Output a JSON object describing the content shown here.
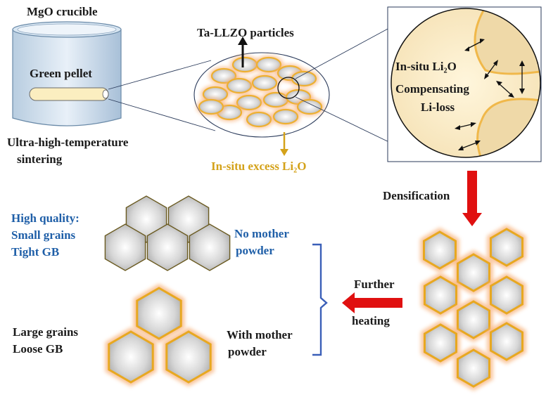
{
  "labels": {
    "mgo_crucible": "MgO crucible",
    "green_pellet": "Green pellet",
    "sintering_line1": "Ultra-high-temperature",
    "sintering_line2": "sintering",
    "particles": "Ta-LLZO particles",
    "excess_li2o": "In-situ  excess Li₂O",
    "insitu_li2o": "In-situ  Li₂O",
    "compensating": "Compensating",
    "li_loss": "Li-loss",
    "densification": "Densification",
    "further": "Further",
    "heating": "heating",
    "high_quality": "High quality:",
    "small_grains": "Small grains",
    "tight_gb": "Tight  GB",
    "no_mother": "No mother",
    "powder1": "powder",
    "large_grains": "Large grains",
    "loose_gb": "Loose GB",
    "with_mother": "With  mother",
    "powder2": "powder"
  },
  "colors": {
    "text": "#1a1a1a",
    "blue_text": "#1f5fa8",
    "gold_text": "#d4a21a",
    "red_arrow": "#e01010",
    "bracket": "#3a5fb8",
    "glow": "#f5a060",
    "grain_border": "#e8a820",
    "cream": "#fdf3d8"
  }
}
